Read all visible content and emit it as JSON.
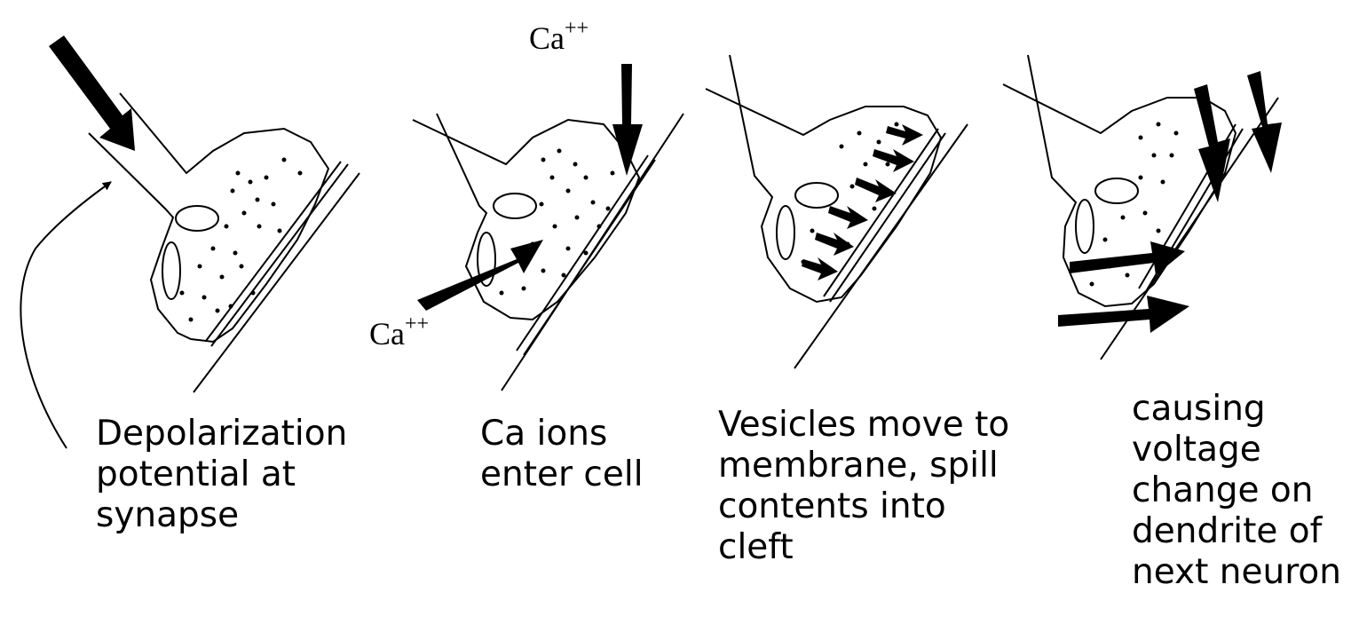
{
  "panels": [
    {
      "id": "p1",
      "caption_lines": [
        "Depolarization",
        "potential at",
        "synapse"
      ]
    },
    {
      "id": "p2",
      "caption_lines": [
        "Ca ions",
        "enter cell"
      ]
    },
    {
      "id": "p3",
      "caption_lines": [
        "Vesicles move to",
        "membrane, spill",
        "contents into",
        "cleft"
      ]
    },
    {
      "id": "p4",
      "caption_lines": [
        "causing",
        "voltage",
        "change on",
        "dendrite of",
        "next neuron"
      ]
    }
  ],
  "ion_labels": {
    "top": {
      "symbol": "Ca",
      "charge": "++"
    },
    "bottom": {
      "symbol": "Ca",
      "charge": "++"
    }
  }
}
